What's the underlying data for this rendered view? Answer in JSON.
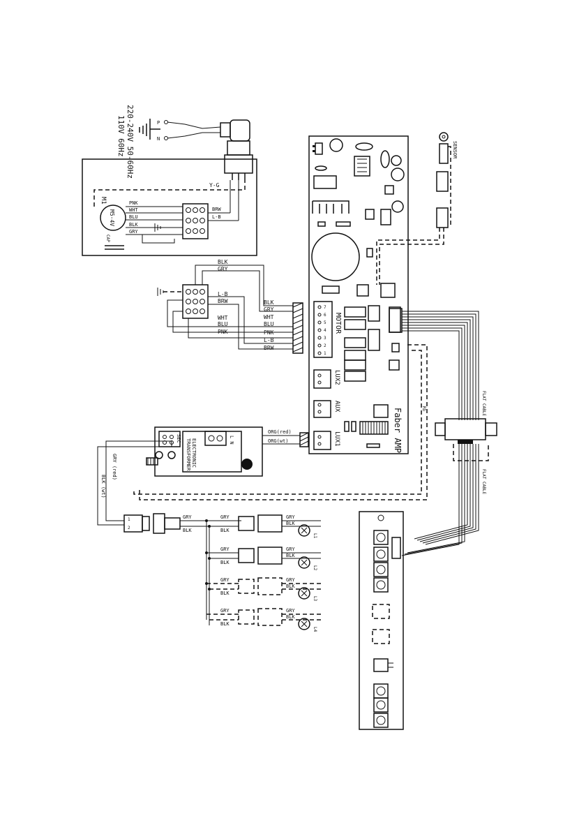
{
  "power": {
    "label_a": "220-240V 50-60Hz",
    "label_b": "110V 60Hz",
    "pin_top": "P",
    "pin_bottom": "N"
  },
  "motor": {
    "ref": "M1",
    "model": "M5-4V",
    "cap": "CAP",
    "ground_wire": "Y-G",
    "wires": [
      "PNK",
      "WHT",
      "BLU",
      "BLK",
      "GRY"
    ],
    "right_wires": [
      "BRW",
      "L-B"
    ]
  },
  "connector": {
    "top_wires": [
      "BLK",
      "GRY"
    ],
    "mid_wires": [
      "L-B",
      "BRW"
    ],
    "bottom_wires": [
      "WHT",
      "BLU",
      "PNK"
    ]
  },
  "board": {
    "name": "Faber AMP",
    "motor_label": "MOTOR",
    "motor_pins": [
      "7",
      "6",
      "5",
      "4",
      "3",
      "2",
      "1"
    ],
    "motor_wires": [
      "BLK",
      "GRY",
      "WHT",
      "BLU",
      "PNK",
      "L-B",
      "BRW"
    ],
    "lux2": "LUX2",
    "aux": "AUX",
    "lux1": "LUX1"
  },
  "sensor": {
    "label": "SENSOR"
  },
  "transformer": {
    "line1": "ELECTRONIC",
    "line2": "TRANSFORMER",
    "sec": "SEC",
    "pri": "L  N",
    "out1": "ORG(red)",
    "out2": "ORG(wt)"
  },
  "lamps": {
    "feed1": "GRY (red)",
    "feed2": "BLK (wt)",
    "wire_gry": "GRY",
    "wire_blk": "BLK",
    "names": [
      "L1",
      "L2",
      "L3",
      "L4"
    ]
  },
  "cables": {
    "flat1": "FLAT CABLE",
    "flat2": "FLAT CABLE"
  }
}
